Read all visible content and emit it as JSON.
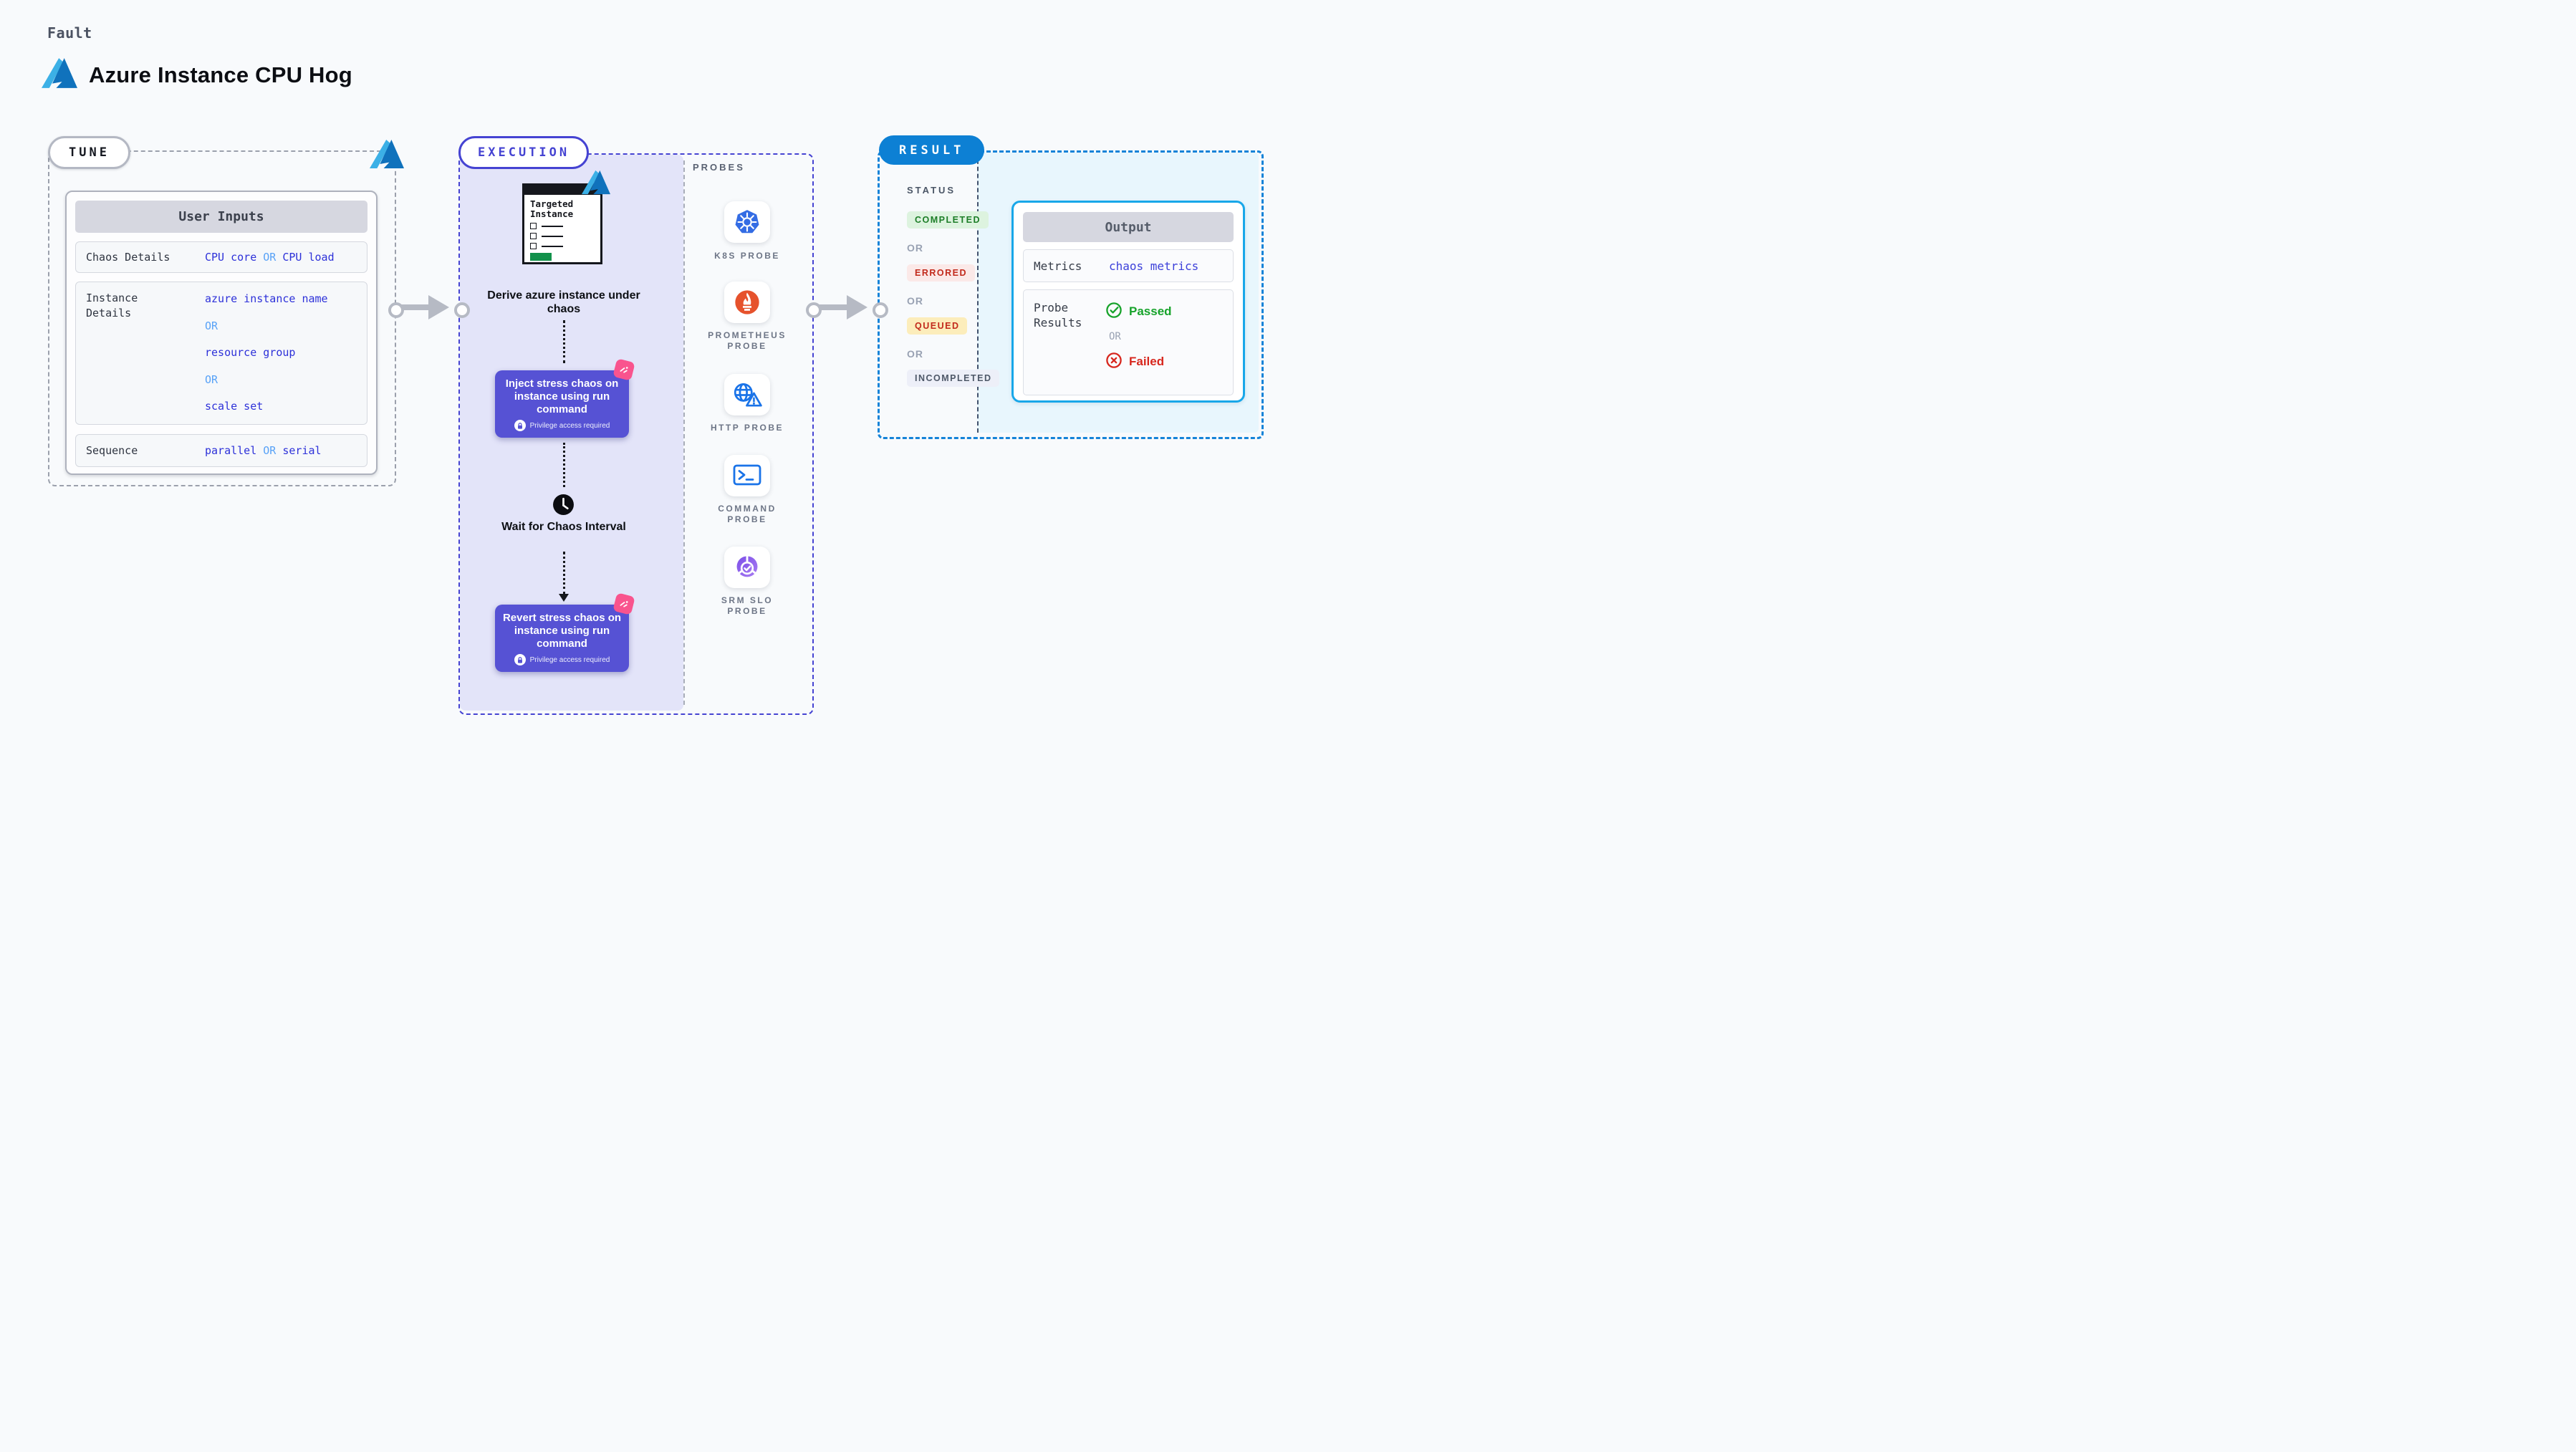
{
  "header": {
    "eyebrow": "Fault",
    "title": "Azure Instance CPU Hog"
  },
  "tune": {
    "label": "TUNE",
    "table_header": "User Inputs",
    "chaos_row": {
      "label": "Chaos Details",
      "value_a": "CPU core",
      "or": "OR",
      "value_b": "CPU load"
    },
    "instance_row": {
      "label": "Instance Details",
      "value_a": "azure instance name",
      "or1": "OR",
      "value_b": "resource group",
      "or2": "OR",
      "value_c": "scale set"
    },
    "sequence_row": {
      "label": "Sequence",
      "value_a": "parallel",
      "or": "OR",
      "value_b": "serial"
    }
  },
  "execution": {
    "label": "EXECUTION",
    "window_title": "Targeted Instance",
    "step_derive": "Derive azure instance under chaos",
    "inject_card": {
      "text": "Inject stress chaos on instance using run command",
      "badge": "Privilege access required"
    },
    "step_wait": "Wait for Chaos Interval",
    "revert_card": {
      "text": "Revert stress chaos on instance using run command",
      "badge": "Privilege access required"
    }
  },
  "probes": {
    "label": "PROBES",
    "items": [
      {
        "label": "K8S PROBE",
        "icon": "kubernetes-icon"
      },
      {
        "label": "PROMETHEUS PROBE",
        "icon": "prometheus-icon"
      },
      {
        "label": "HTTP PROBE",
        "icon": "http-globe-warning-icon"
      },
      {
        "label": "COMMAND PROBE",
        "icon": "terminal-icon"
      },
      {
        "label": "SRM SLO PROBE",
        "icon": "slo-donut-check-icon"
      }
    ]
  },
  "result": {
    "label": "RESULT",
    "status": {
      "label": "STATUS",
      "completed": "COMPLETED",
      "or1": "OR",
      "errored": "ERRORED",
      "or2": "OR",
      "queued": "QUEUED",
      "or3": "OR",
      "incompleted": "INCOMPLETED"
    },
    "output": {
      "header": "Output",
      "metrics_label": "Metrics",
      "metrics_value": "chaos metrics",
      "probe_label": "Probe Results",
      "passed": "Passed",
      "or": "OR",
      "failed": "Failed"
    }
  },
  "icons": {
    "azure-logo-icon": "two-tone blue Azure A mark",
    "lock-icon": "padlock in white circle",
    "clock-icon": "black clock face",
    "chaos-icon": "pink rotated square with white chaos marks",
    "check-circle-icon": "green circled check",
    "x-circle-icon": "red circled x",
    "arrow-icon": "gray thick arrow with node circles"
  },
  "colors": {
    "page_bg": "#f8fafc",
    "tune_dash": "#9ba0ac",
    "exec_accent": "#4543d2",
    "exec_fill": "#e3e4f9",
    "result_accent": "#0d80d4",
    "result_dash": "#1583d8",
    "result_fill": "#e8f6fd",
    "value_blue": "#2d31d9",
    "or_blue": "#58a2f7",
    "card_purple": "#5652d4",
    "chaos_pink": "#f9548e",
    "completed_green": "#1d7e28",
    "errored_red": "#c22a1c",
    "passed_green": "#17a32b",
    "failed_red": "#d7271e",
    "k8s_blue": "#336ce4",
    "prometheus_orange": "#e6522c",
    "probe_icon_blue": "#1a73e8",
    "srm_purple": "#8a5cf0"
  }
}
